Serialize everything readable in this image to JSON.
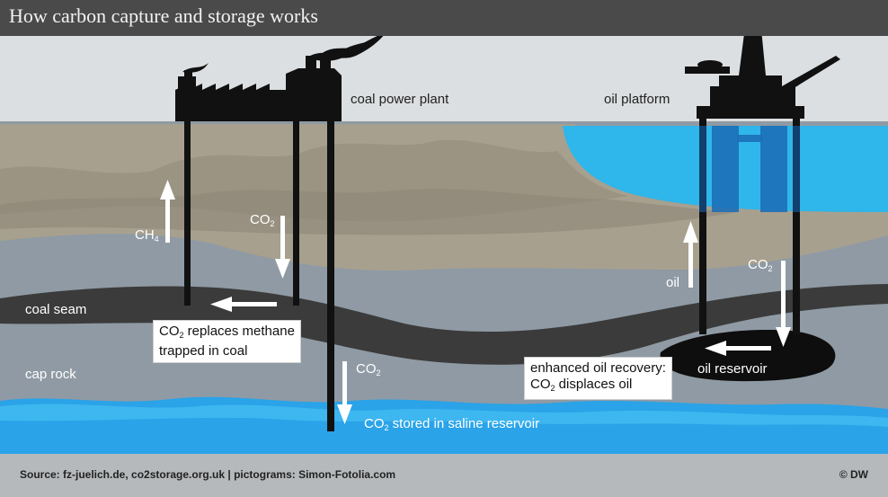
{
  "title": "How carbon capture and storage works",
  "labels": {
    "coal_power_plant": "coal power plant",
    "oil_platform": "oil platform",
    "ch4_main": "CH",
    "ch4_sub": "4",
    "co2_left_main": "CO",
    "co2_left_sub": "2",
    "co2_mid_main": "CO",
    "co2_mid_sub": "2",
    "co2_right_main": "CO",
    "co2_right_sub": "2",
    "oil": "oil",
    "coal_seam": "coal seam",
    "cap_rock": "cap rock",
    "oil_reservoir": "oil reservoir",
    "saline_main": "CO",
    "saline_sub": "2",
    "saline_rest": " stored in saline reservoir"
  },
  "callouts": {
    "methane_line1_main": "CO",
    "methane_line1_sub": "2",
    "methane_line1_rest": " replaces methane",
    "methane_line2": "trapped in coal",
    "eor_line1": "enhanced oil recovery:",
    "eor_line2_main": "CO",
    "eor_line2_sub": "2",
    "eor_line2_rest": " displaces oil"
  },
  "footer": {
    "source": "Source: fz-juelich.de, co2storage.org.uk  | pictograms: Simon-Fotolia.com",
    "copyright": "© DW"
  },
  "colors": {
    "sky": "#dcdfe1",
    "sea": "#2fb6ea",
    "saline": "#2aa3e8",
    "soil": "#a8a08e",
    "cap_rock": "#8f9aa4",
    "coal": "#3b3b3b",
    "structures": "#111111",
    "title_bar": "#4a4a4a",
    "footer_bar": "#b6b9bb"
  }
}
